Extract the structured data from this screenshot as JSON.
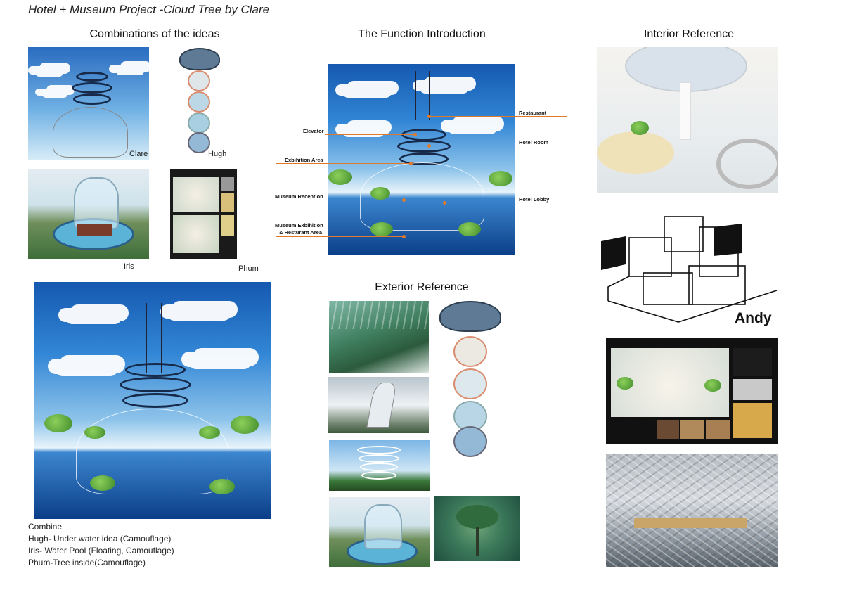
{
  "page": {
    "title": "Hotel + Museum Project -Cloud Tree by Clare"
  },
  "sections": {
    "combinations": "Combinations of the ideas",
    "function": "The Function Introduction",
    "interior": "Interior Reference",
    "exterior": "Exterior Reference"
  },
  "captions": {
    "clare": "Clare",
    "hugh": "Hugh",
    "iris": "Iris",
    "phum": "Phum",
    "andy": "Andy"
  },
  "function_labels": {
    "elevator": "Elevator",
    "exhibition": "Exbihition Area",
    "museum_reception": "Museum Reception",
    "museum_exhibition_1": "Museum Exbihition",
    "museum_exhibition_2": "& Resturant Area",
    "restaurant": "Restaurant",
    "hotel_room": "Hotel Room",
    "hotel_lobby": "Hotel Lobby"
  },
  "combine_notes": [
    "Combine",
    "Hugh- Under water idea (Camouflage)",
    "Iris- Water Pool (Floating, Camouflage)",
    "Phum-Tree inside(Camouflage)"
  ],
  "colors": {
    "accent_line": "#e07a2a",
    "sky_top": "#1b5fb4",
    "water": "#0d3f8a"
  }
}
